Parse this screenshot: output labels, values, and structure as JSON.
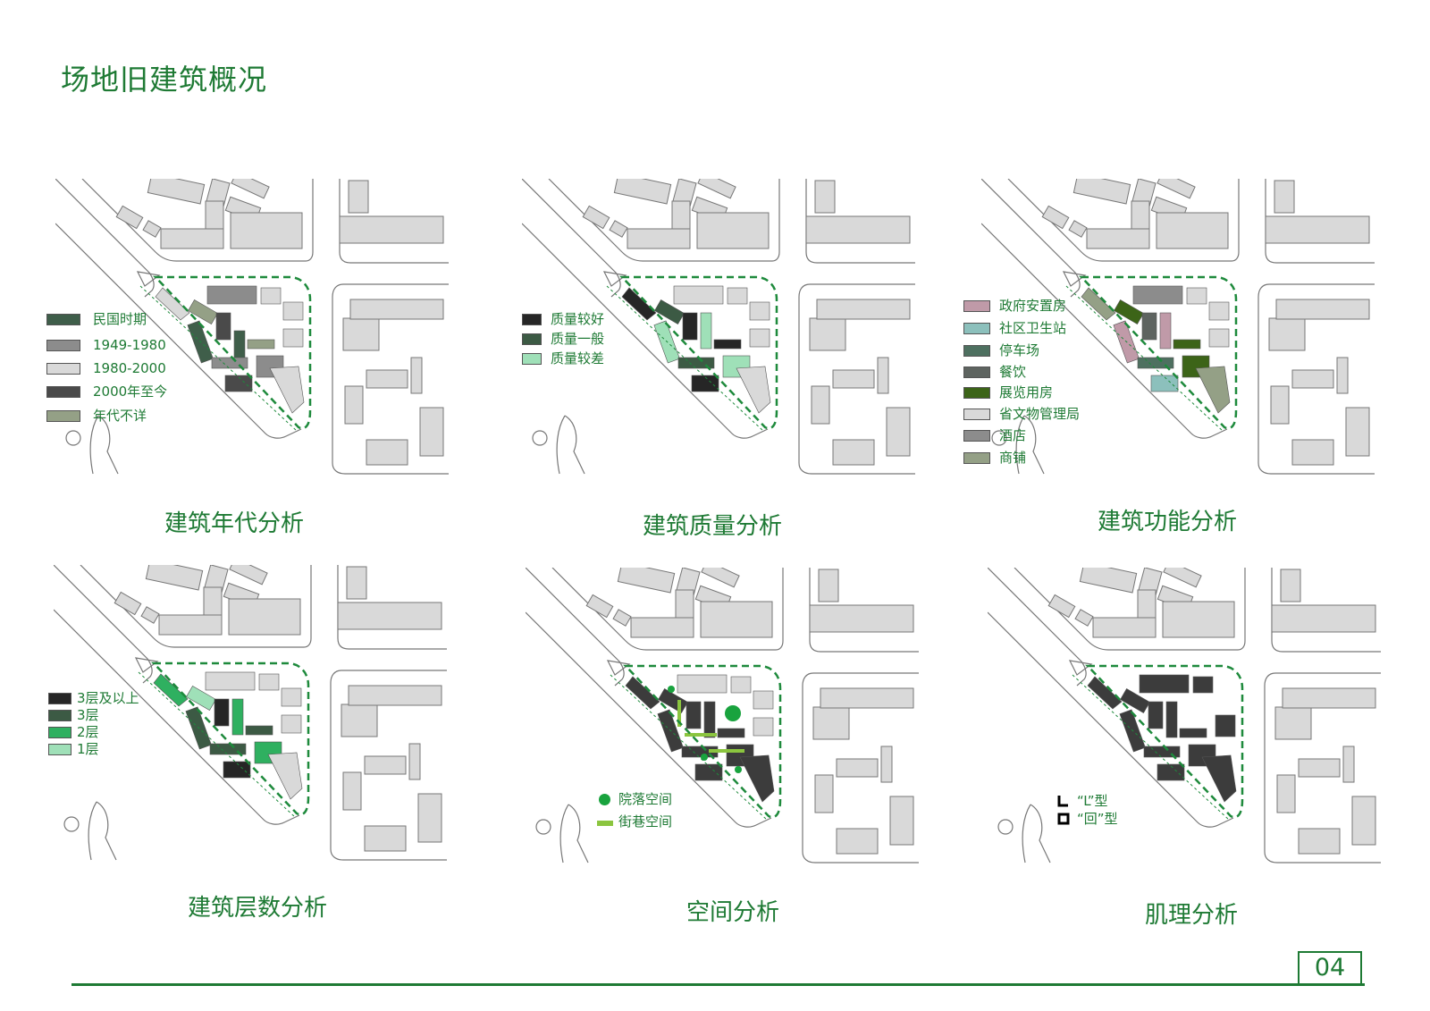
{
  "title": "场地旧建筑概况",
  "page_number": "04",
  "colors": {
    "accent": "#1e7a34",
    "building_gray": "#d9d9d9",
    "boundary_green": "#1e8a3c"
  },
  "panels": [
    {
      "caption": "建筑年代分析",
      "legend": [
        {
          "label": "民国时期",
          "color": "#3f5e4a"
        },
        {
          "label": "1949-1980",
          "color": "#8c8c8c"
        },
        {
          "label": "1980-2000",
          "color": "#d9d9d9"
        },
        {
          "label": "2000年至今",
          "color": "#4a4a4a"
        },
        {
          "label": "年代不详",
          "color": "#94a086"
        }
      ]
    },
    {
      "caption": "建筑质量分析",
      "legend": [
        {
          "label": "质量较好",
          "color": "#262626"
        },
        {
          "label": "质量一般",
          "color": "#3c5a44"
        },
        {
          "label": "质量较差",
          "color": "#9fe0b8"
        }
      ]
    },
    {
      "caption": "建筑功能分析",
      "legend": [
        {
          "label": "政府安置房",
          "color": "#c09aa8"
        },
        {
          "label": "社区卫生站",
          "color": "#8cc0bc"
        },
        {
          "label": "停车场",
          "color": "#4e7060"
        },
        {
          "label": "餐饮",
          "color": "#5e6460"
        },
        {
          "label": "展览用房",
          "color": "#3c6418"
        },
        {
          "label": "省文物管理局",
          "color": "#d9d9d9"
        },
        {
          "label": "酒店",
          "color": "#8c8c8c"
        },
        {
          "label": "商铺",
          "color": "#94a086"
        }
      ]
    },
    {
      "caption": "建筑层数分析",
      "legend": [
        {
          "label": "3层及以上",
          "color": "#262626"
        },
        {
          "label": "3层",
          "color": "#3c5a44"
        },
        {
          "label": "2层",
          "color": "#2fb060"
        },
        {
          "label": "1层",
          "color": "#9fe0b8"
        }
      ]
    },
    {
      "caption": "空间分析",
      "legend": [
        {
          "label": "院落空间",
          "symbol": "circle",
          "color": "#19a33e"
        },
        {
          "label": "街巷空间",
          "symbol": "bar",
          "color": "#8bc53f"
        }
      ]
    },
    {
      "caption": "肌理分析",
      "legend": [
        {
          "label": "“L”型",
          "symbol": "L",
          "color": "#000000"
        },
        {
          "label": "“回”型",
          "symbol": "square",
          "color": "#000000"
        }
      ]
    }
  ]
}
